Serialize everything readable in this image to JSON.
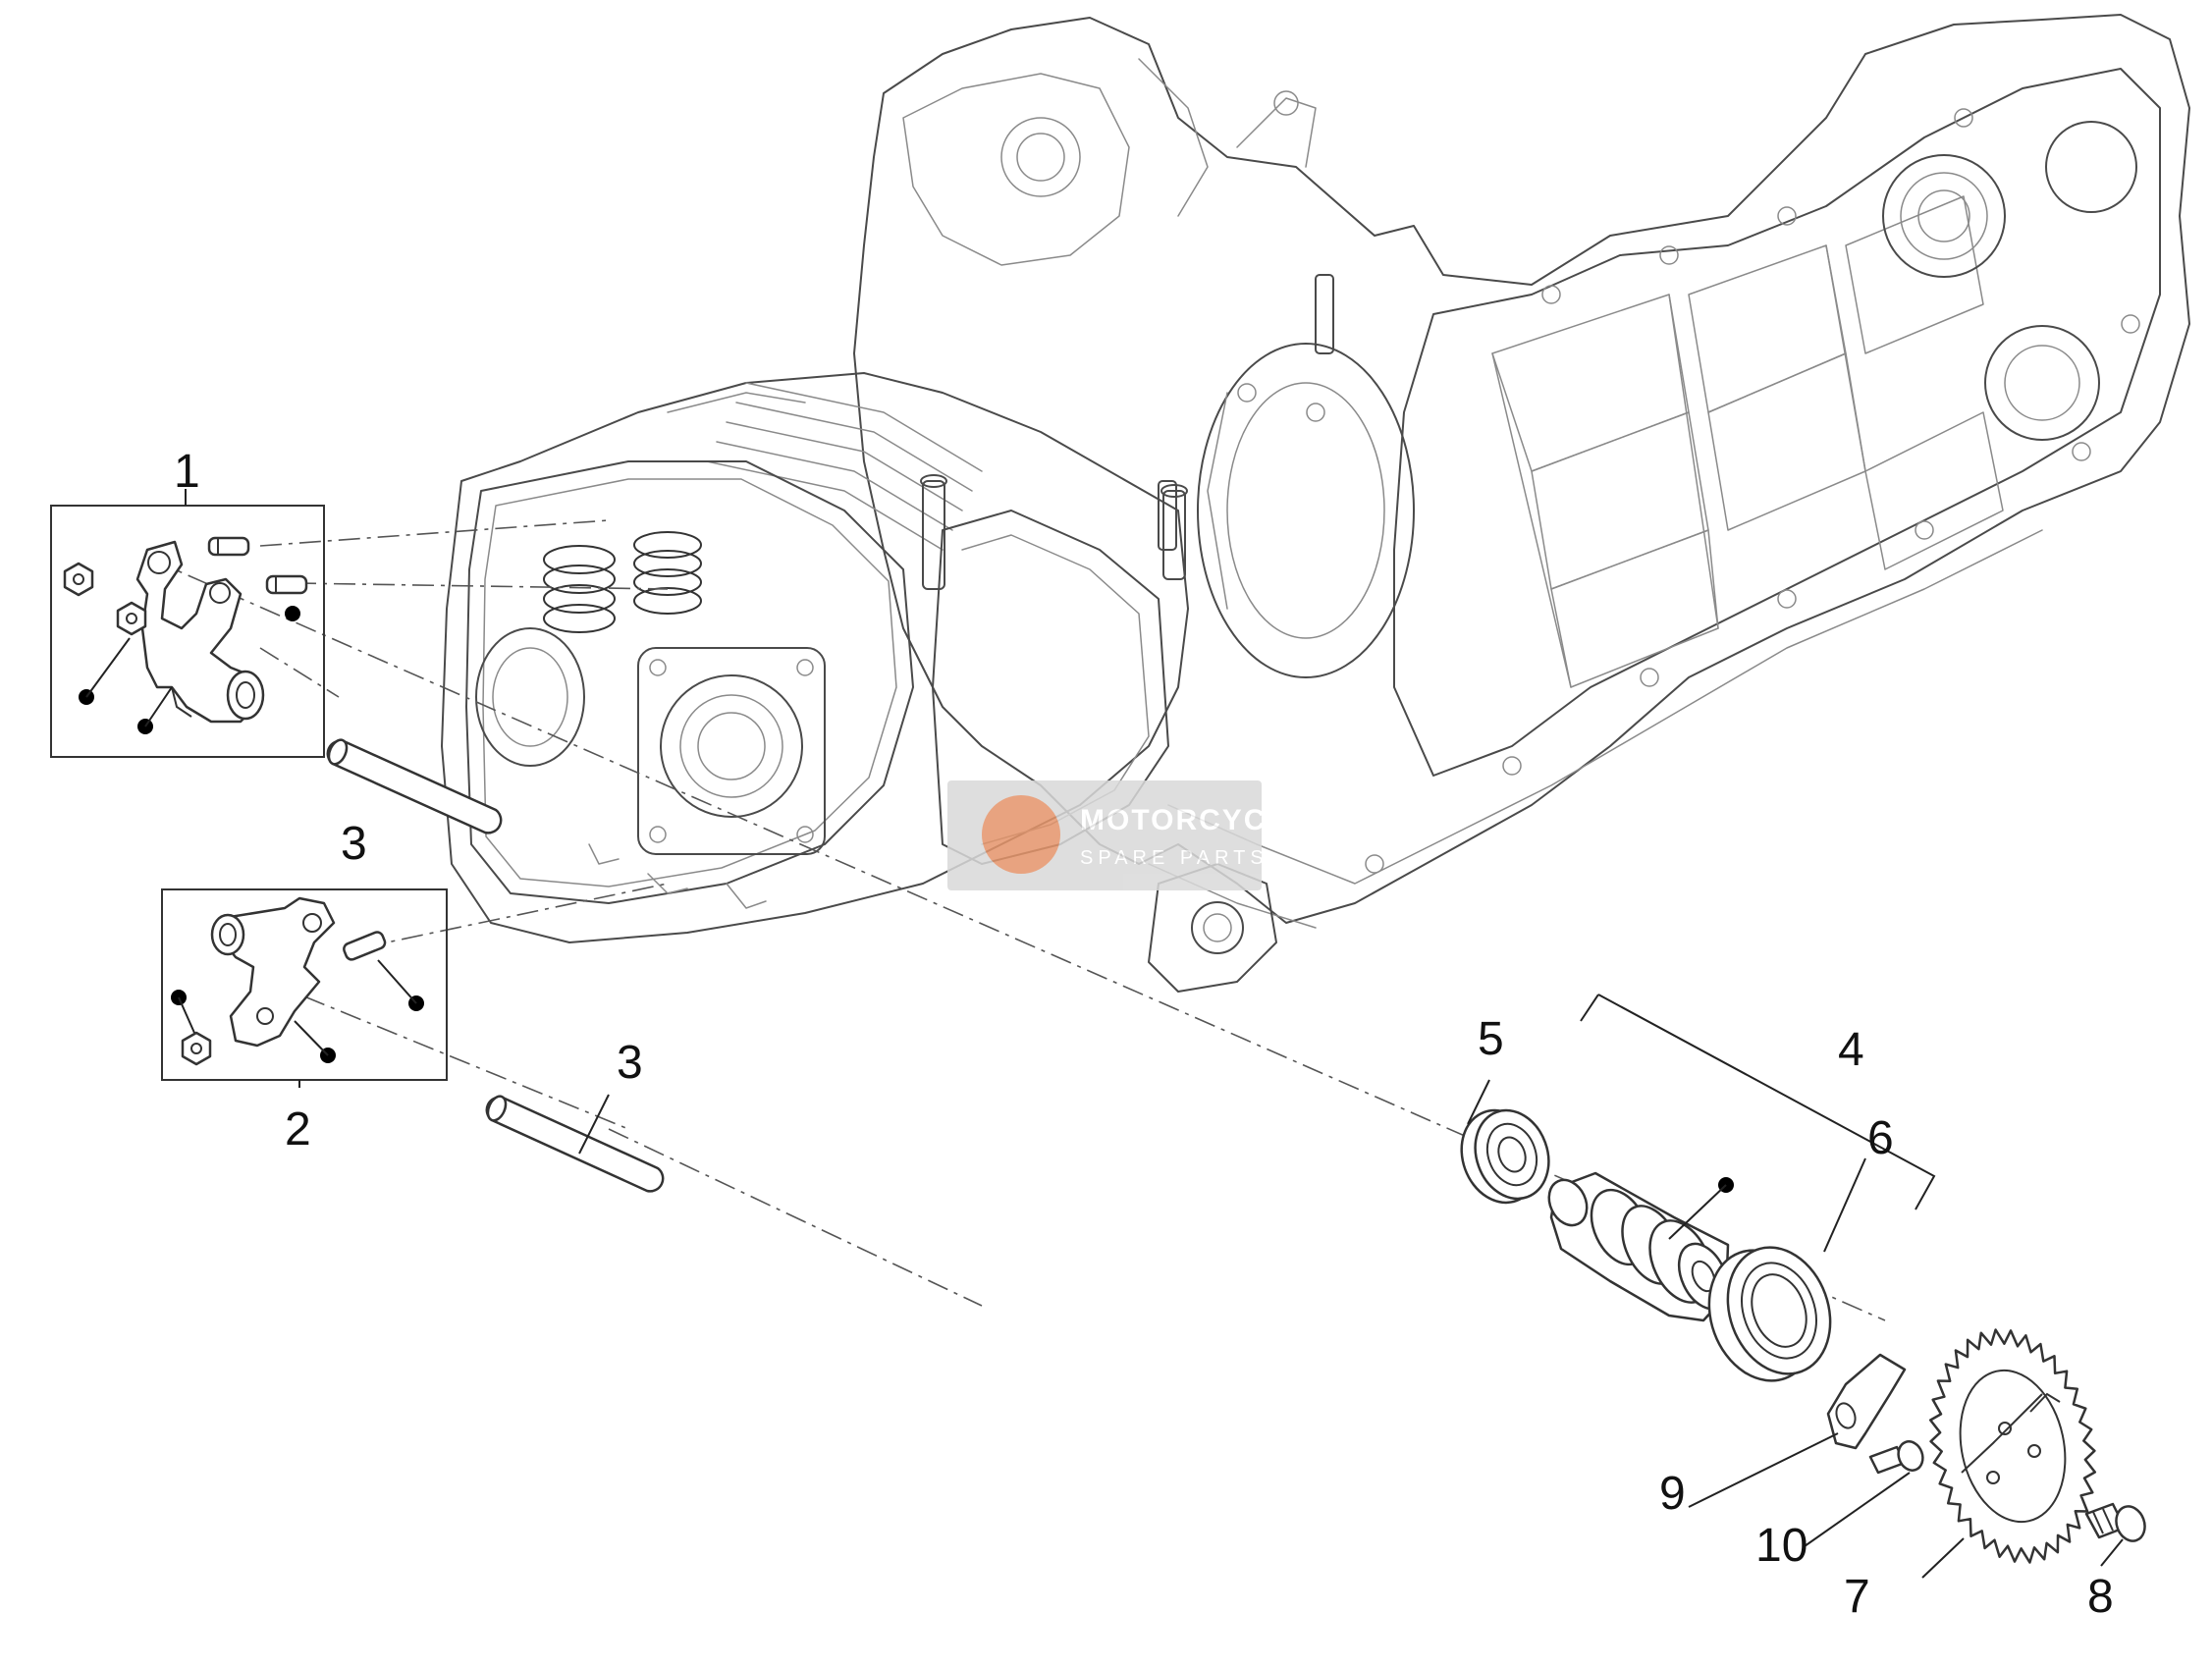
{
  "callouts": {
    "c1": "1",
    "c2": "2",
    "c3a": "3",
    "c3b": "3",
    "c4": "4",
    "c5": "5",
    "c6": "6",
    "c7": "7",
    "c8": "8",
    "c9": "9",
    "c10": "10"
  },
  "watermark": {
    "title": "MOTORCYCLE",
    "subtitle": "SPARE PARTS"
  },
  "colors": {
    "line": "#4a4a4a",
    "watermark_bg": "#d9d9d9",
    "watermark_accent": "#e8763a",
    "callout_text": "#111111"
  }
}
